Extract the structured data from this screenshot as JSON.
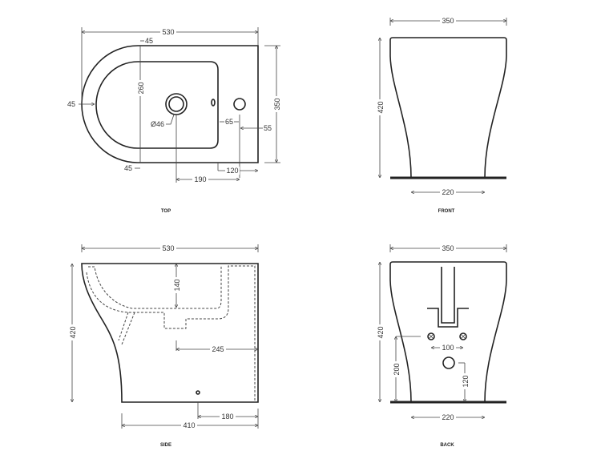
{
  "views": {
    "top": {
      "label": "TOP",
      "dims": {
        "length": "530",
        "width": "350",
        "rim_top": "45",
        "rim_bottom": "45",
        "rim_left": "45",
        "bowl_width": "260",
        "hole_diameter": "Ø46",
        "tap_to_bowl": "65",
        "tap_to_back": "55",
        "back_offset": "120",
        "hole_to_tap": "190"
      }
    },
    "front": {
      "label": "FRONT",
      "dims": {
        "width": "350",
        "height": "420",
        "base_width": "220"
      }
    },
    "side": {
      "label": "SIDE",
      "dims": {
        "length": "530",
        "height": "420",
        "bowl_depth": "140",
        "outlet_to_back": "245",
        "fixing_to_back": "180",
        "base_length": "410"
      }
    },
    "back": {
      "label": "BACK",
      "dims": {
        "width": "350",
        "height": "420",
        "inlet_height": "200",
        "fixing_spacing": "100",
        "outlet_height": "120",
        "base_width": "220"
      }
    }
  }
}
